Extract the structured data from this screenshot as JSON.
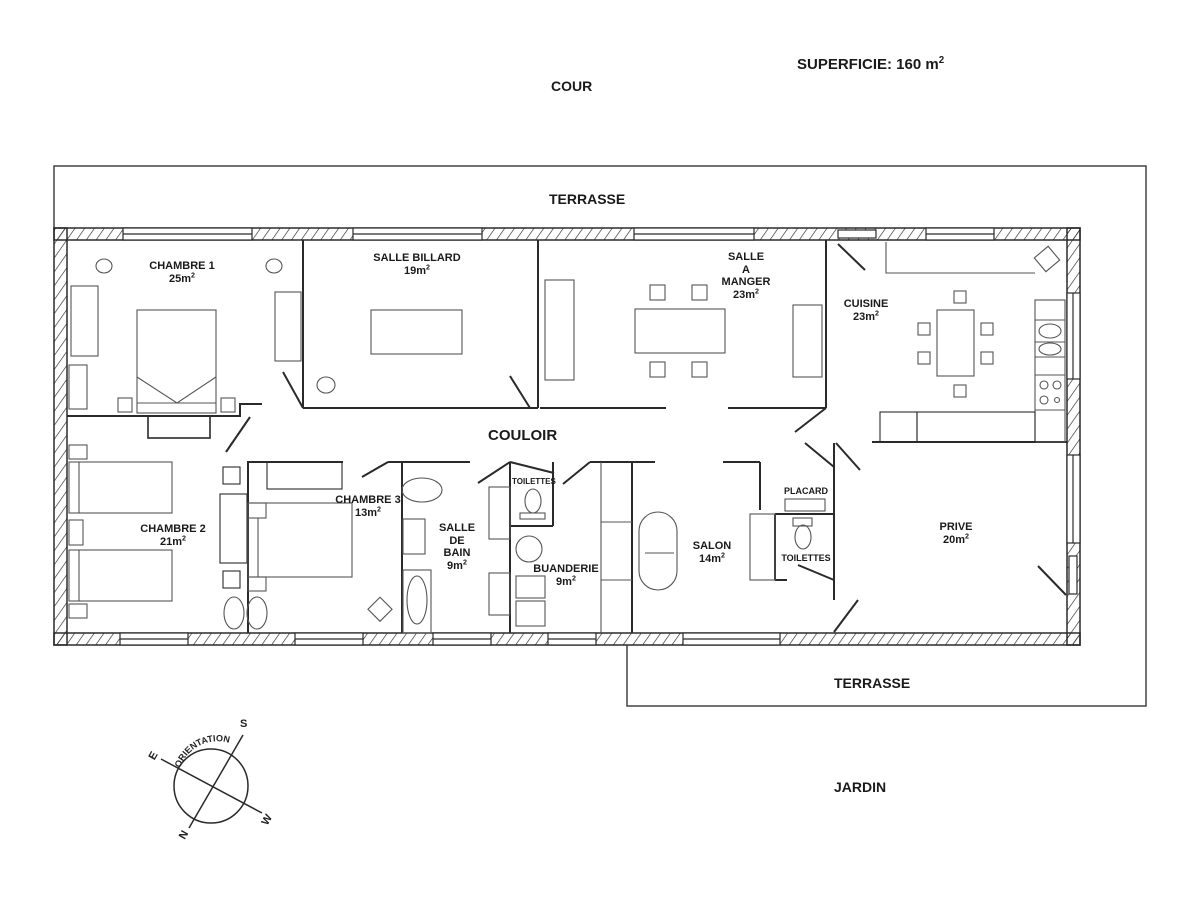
{
  "plan": {
    "superficie": {
      "label": "SUPERFICIE: 160 m",
      "sup": "2"
    },
    "outside": {
      "cour": "COUR",
      "terrasse_top": "TERRASSE",
      "terrasse_bottom": "TERRASSE",
      "jardin": "JARDIN",
      "couloir": "COULOIR"
    },
    "rooms": [
      {
        "id": "chambre1",
        "name": "CHAMBRE 1",
        "area": "25m",
        "sup": "2"
      },
      {
        "id": "salle_billard",
        "name": "SALLE BILLARD",
        "area": "19m",
        "sup": "2"
      },
      {
        "id": "salle_a_manger",
        "name_lines": [
          "SALLE",
          "A",
          "MANGER"
        ],
        "area": "23m",
        "sup": "2"
      },
      {
        "id": "cuisine",
        "name": "CUISINE",
        "area": "23m",
        "sup": "2"
      },
      {
        "id": "chambre2",
        "name": "CHAMBRE 2",
        "area": "21m",
        "sup": "2"
      },
      {
        "id": "chambre3",
        "name": "CHAMBRE 3",
        "area": "13m",
        "sup": "2"
      },
      {
        "id": "salle_de_bain",
        "name_lines": [
          "SALLE",
          "DE",
          "BAIN"
        ],
        "area": "9m",
        "sup": "2"
      },
      {
        "id": "toilettes1",
        "name": "TOILETTES"
      },
      {
        "id": "buanderie",
        "name": "BUANDERIE",
        "area": "9m",
        "sup": "2"
      },
      {
        "id": "salon",
        "name": "SALON",
        "area": "14m",
        "sup": "2"
      },
      {
        "id": "placard",
        "name": "PLACARD"
      },
      {
        "id": "toilettes2",
        "name": "TOILETTES"
      },
      {
        "id": "prive",
        "name": "PRIVE",
        "area": "20m",
        "sup": "2"
      }
    ],
    "compass": {
      "title": "ORIENTATION",
      "north": "N",
      "south": "S",
      "east": "E",
      "west": "W"
    },
    "colors": {
      "line": "#2a2a2a",
      "hatch": "#2a2a2a",
      "furniture": "#555555",
      "background": "#ffffff"
    }
  }
}
